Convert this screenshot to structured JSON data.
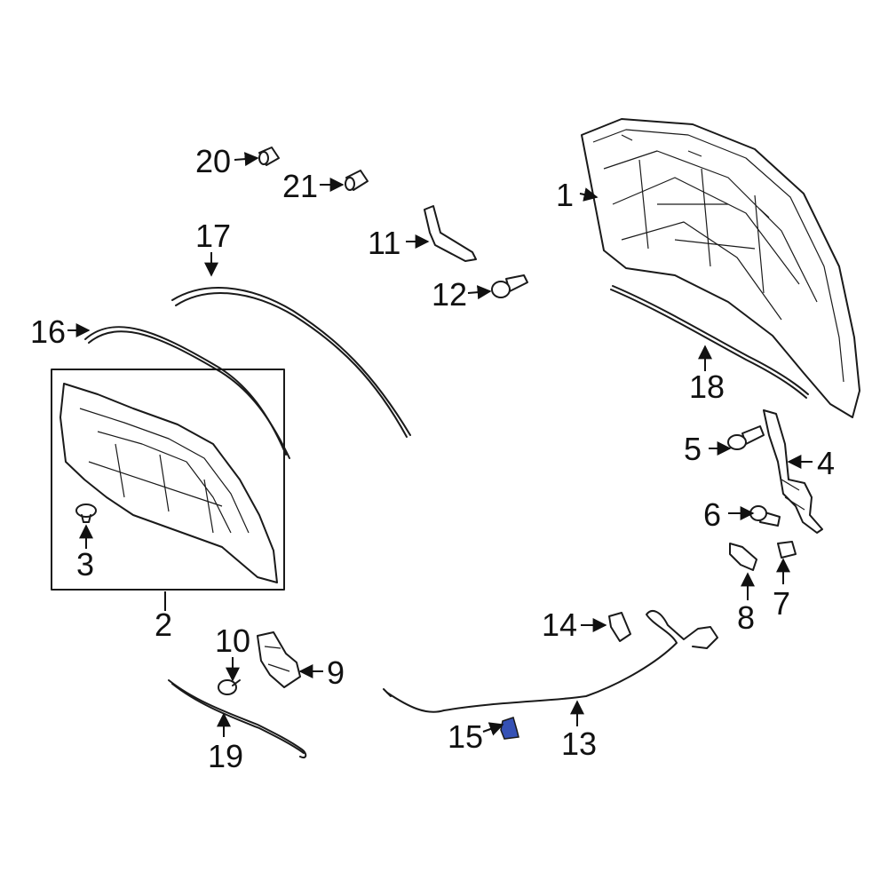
{
  "colors": {
    "background": "#ffffff",
    "line": "#1a1a1a",
    "highlight": "#3551b5"
  },
  "callouts": {
    "c1": "1",
    "c2": "2",
    "c3": "3",
    "c4": "4",
    "c5": "5",
    "c6": "6",
    "c7": "7",
    "c8": "8",
    "c9": "9",
    "c10": "10",
    "c11": "11",
    "c12": "12",
    "c13": "13",
    "c14": "14",
    "c15": "15",
    "c16": "16",
    "c17": "17",
    "c18": "18",
    "c19": "19",
    "c20": "20",
    "c21": "21"
  },
  "highlighted_part": "15"
}
